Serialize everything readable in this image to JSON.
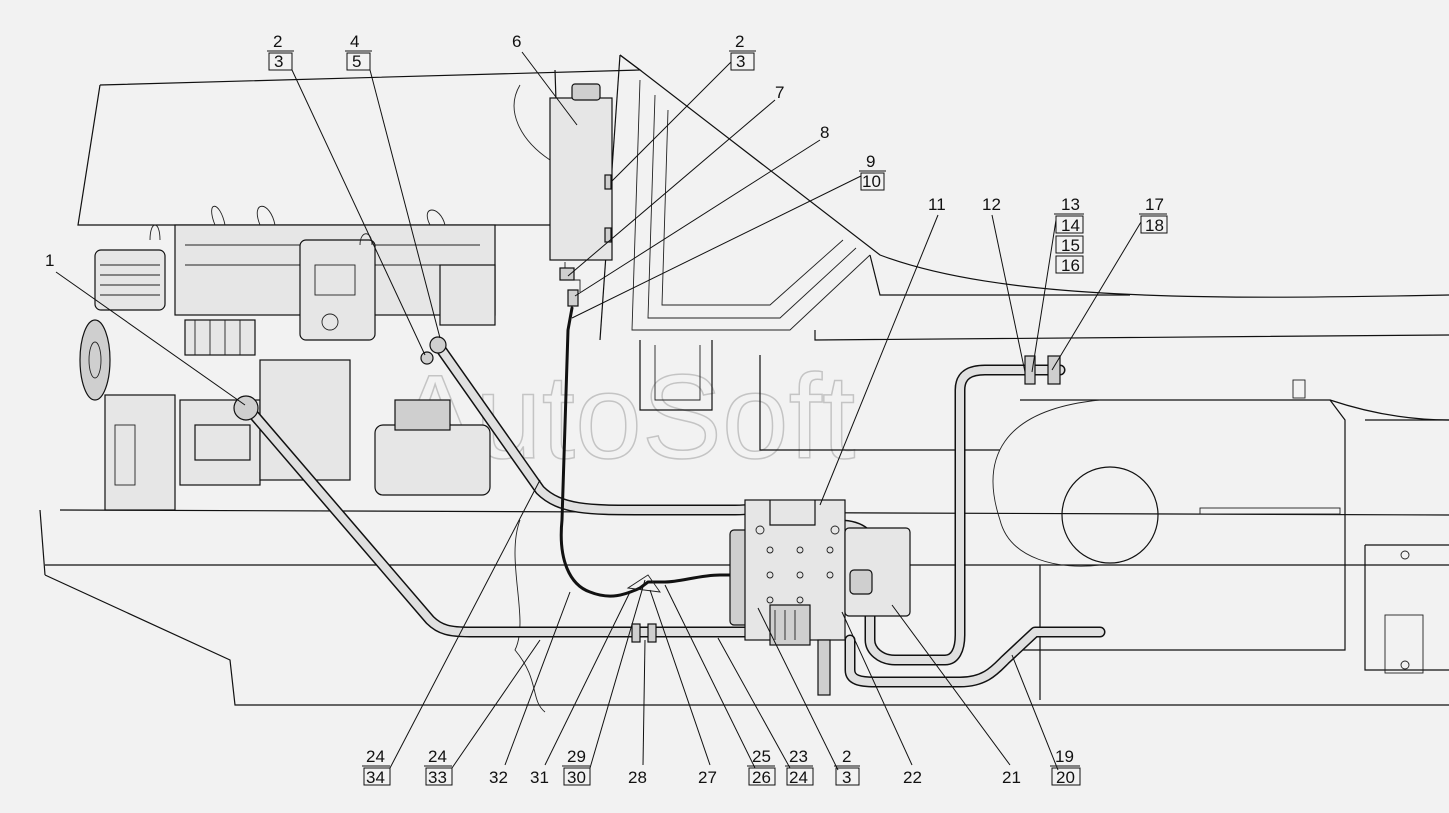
{
  "watermark": "AutoSoft",
  "callouts": {
    "c_2_3_a": {
      "top": "2",
      "bottom": "3"
    },
    "c_4_5": {
      "top": "4",
      "bottom": "5"
    },
    "c_6": "6",
    "c_2_3_b": {
      "top": "2",
      "bottom": "3"
    },
    "c_7": "7",
    "c_8": "8",
    "c_9_10": {
      "top": "9",
      "bottom": "10"
    },
    "c_11": "11",
    "c_12": "12",
    "c_13_16": [
      "13",
      "14",
      "15",
      "16"
    ],
    "c_17_18": {
      "top": "17",
      "bottom": "18"
    },
    "c_1": "1",
    "bottom": [
      {
        "top": "24",
        "bottom": "34"
      },
      {
        "top": "24",
        "bottom": "33"
      },
      {
        "single": "32"
      },
      {
        "single": "31"
      },
      {
        "top": "29",
        "bottom": "30"
      },
      {
        "single": "28"
      },
      {
        "single": "27"
      },
      {
        "top": "25",
        "bottom": "26"
      },
      {
        "top": "23",
        "bottom": "24"
      },
      {
        "top": "2",
        "bottom": "3"
      },
      {
        "single": "22"
      },
      {
        "single": "21"
      },
      {
        "top": "19",
        "bottom": "20"
      }
    ]
  }
}
